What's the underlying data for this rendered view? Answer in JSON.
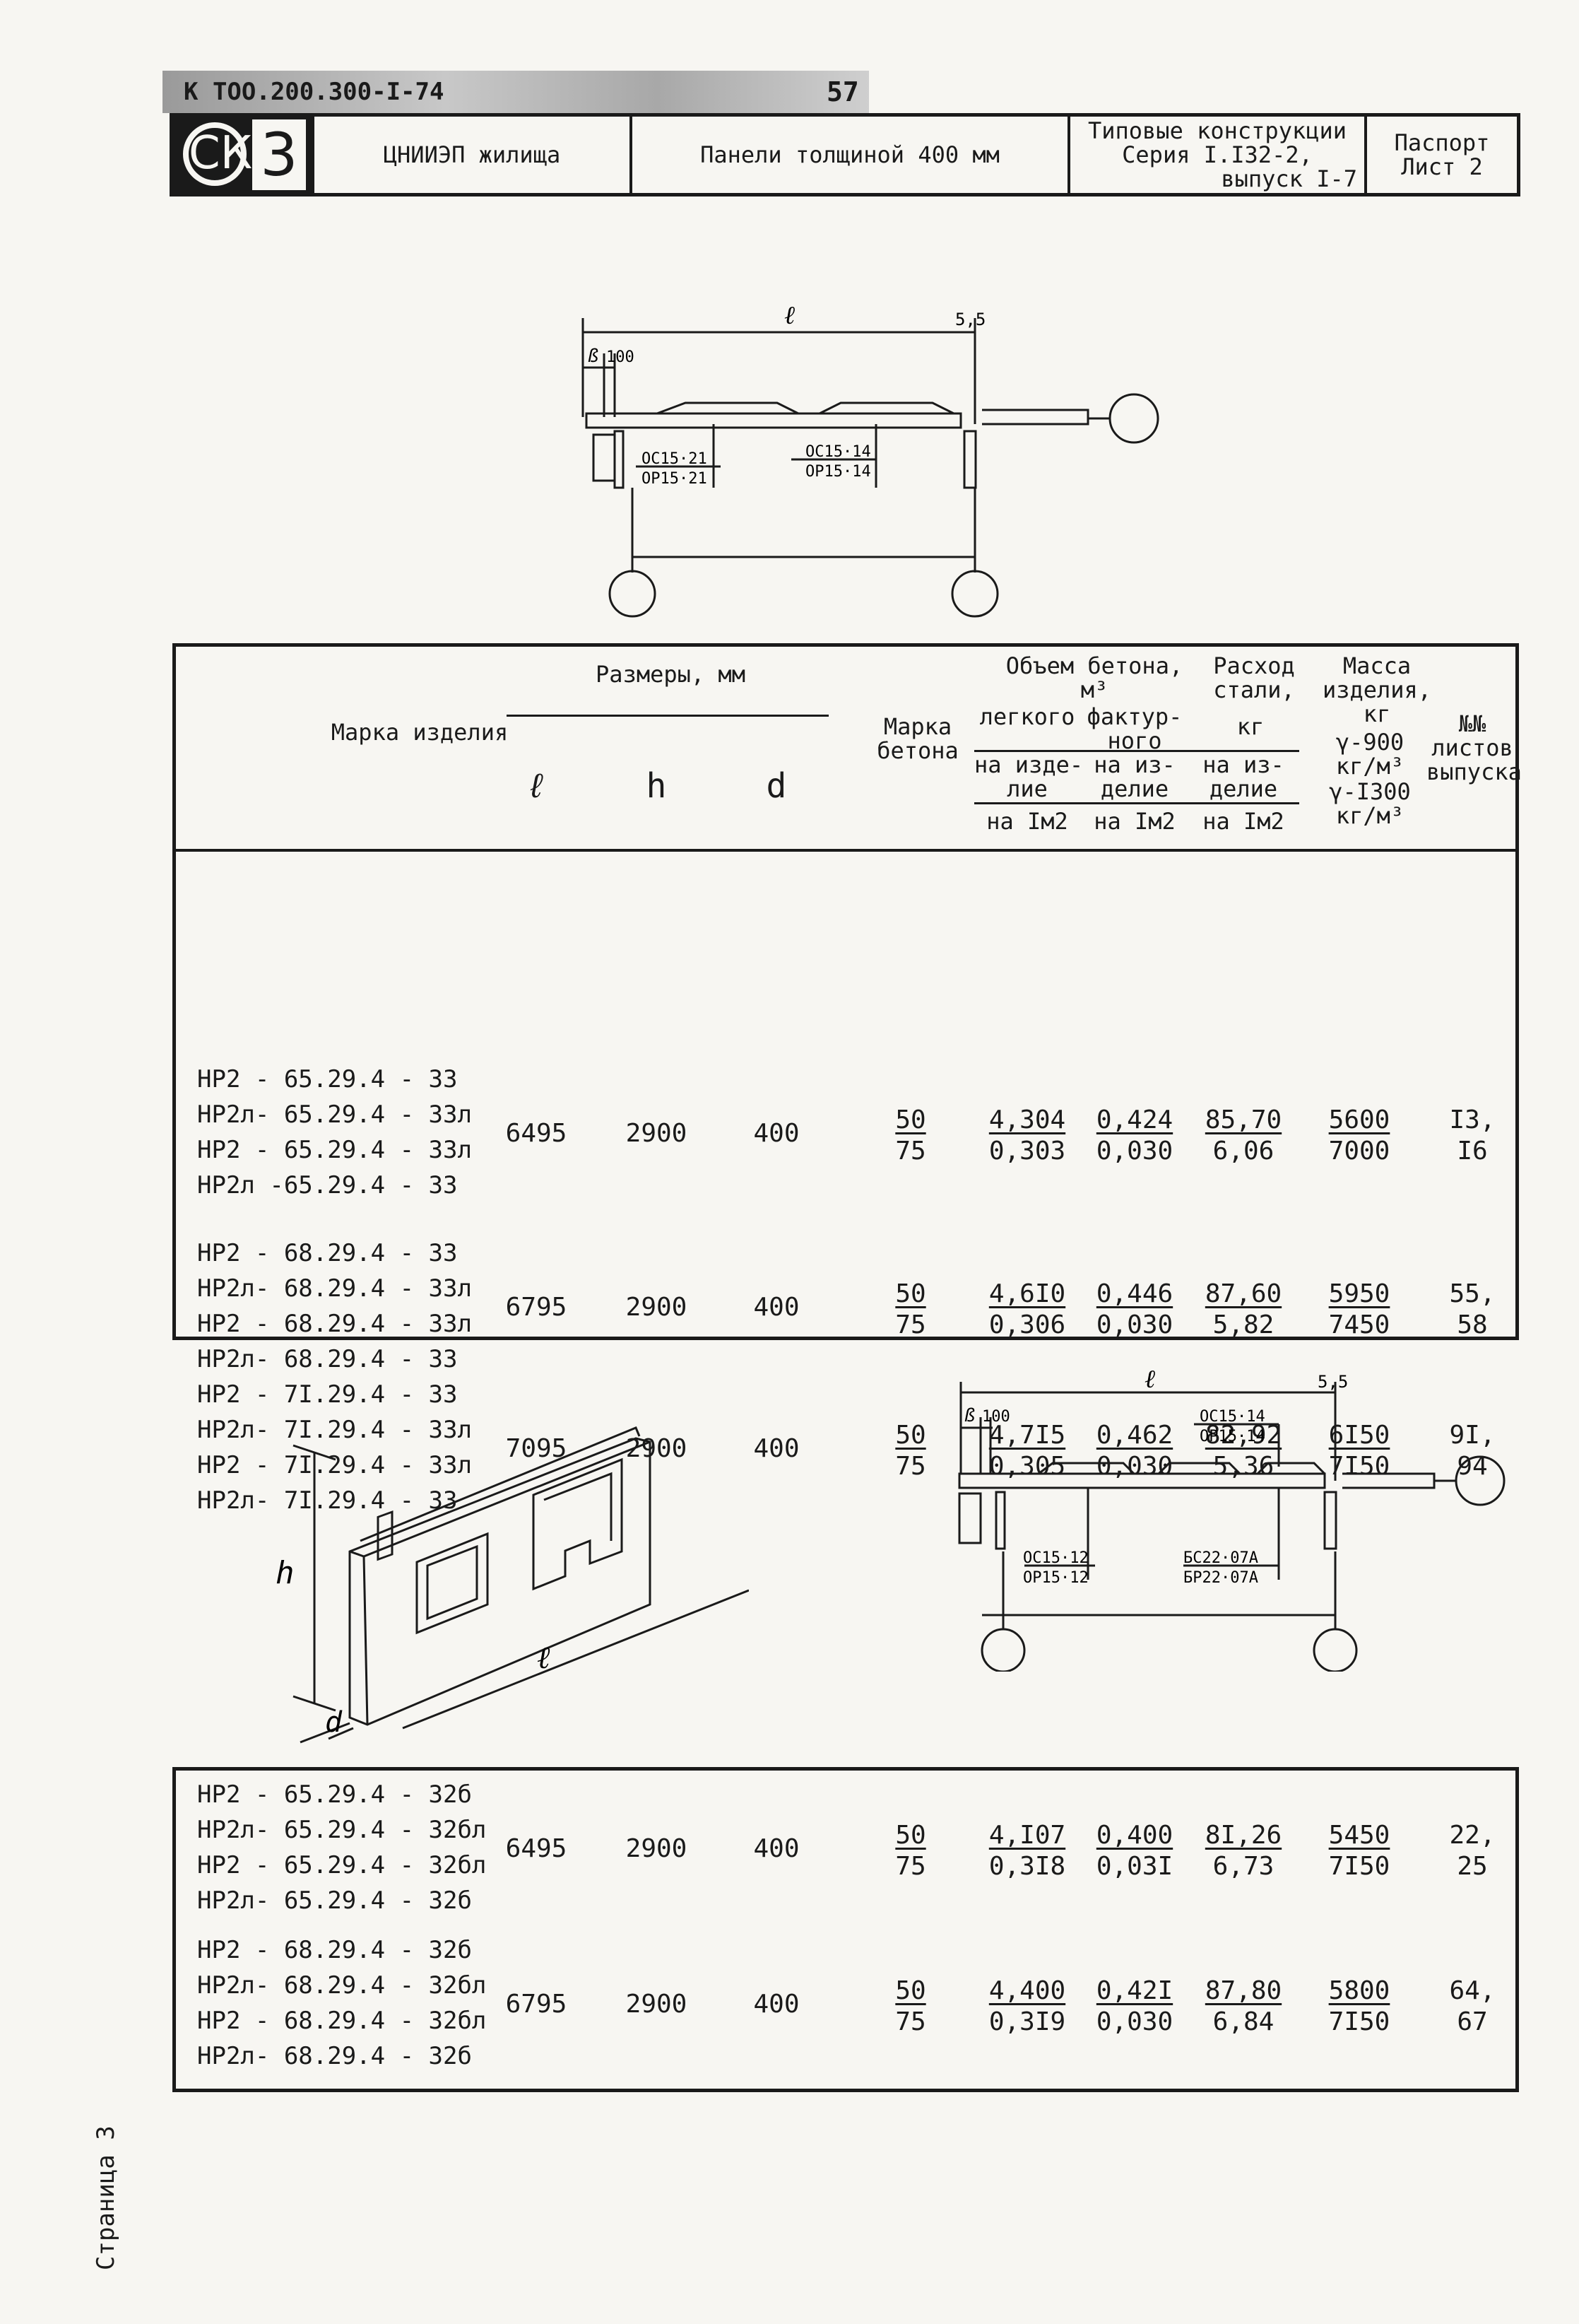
{
  "header": {
    "code": "К ТОО.200.300-І-74",
    "page_no": "57",
    "logo_letters": "СК",
    "logo_number": "3",
    "org": "ЦНИИЭП жилища",
    "title": "Панели толщиной 400 мм",
    "series": [
      "Типовые конструкции",
      "Серия І.І32-2,",
      "выпуск І-7"
    ],
    "sheet": [
      "Паспорт",
      "Лист 2"
    ]
  },
  "drawing1": {
    "dim_l": "ℓ",
    "dim_b": "ß",
    "dim_100": "100",
    "dim_55": "5,5",
    "label_a1": "ОС15·21",
    "label_a2": "ОР15·21",
    "label_b1": "ОС15·14",
    "label_b2": "ОР15·14"
  },
  "drawing2": {
    "dim_l": "ℓ",
    "dim_b": "ß",
    "dim_100": "100",
    "dim_55": "5,5",
    "label_t1": "ОС15·14",
    "label_t2": "ОР15·14",
    "label_a1": "ОС15·12",
    "label_a2": "ОР15·12",
    "label_b1": "БС22·07А",
    "label_b2": "БР22·07А"
  },
  "iso": {
    "h": "h",
    "l": "ℓ",
    "d": "d"
  },
  "table_head": {
    "mark": "Марка изделия",
    "sizes": "Размеры, мм",
    "l": "ℓ",
    "h": "h",
    "d": "d",
    "concrete": [
      "Марка",
      "бетона"
    ],
    "volume": [
      "Объем бетона,",
      "м³"
    ],
    "light": "легкого",
    "facing": [
      "фактур-",
      "ного"
    ],
    "per_item": [
      "на изде-",
      "лие"
    ],
    "per_item2": [
      "на из-",
      "делие"
    ],
    "per_m2": "на Ім2",
    "steel": [
      "Расход",
      "стали,"
    ],
    "kg": "кг",
    "mass": [
      "Масса",
      "изделия,",
      "кг"
    ],
    "gamma1": [
      "γ-900",
      "кг/м³"
    ],
    "gamma2": [
      "γ-І300",
      "кг/м³"
    ],
    "sheets": [
      "№№",
      "листов",
      "выпуска"
    ]
  },
  "groups_table1": [
    {
      "names": [
        "НР2 - 65.29.4 - 33",
        "НР2л- 65.29.4 - 33л",
        "НР2 - 65.29.4 - 33л",
        "НР2л -65.29.4 - 33"
      ],
      "l": "6495",
      "h": "2900",
      "d": "400",
      "concrete": [
        "50",
        "75"
      ],
      "light": [
        "4,304",
        "0,303"
      ],
      "facing": [
        "0,424",
        "0,030"
      ],
      "steel": [
        "85,70",
        "6,06"
      ],
      "mass": [
        "5600",
        "7000"
      ],
      "sheets": [
        "І3,",
        "І6"
      ]
    },
    {
      "names": [
        "НР2 - 68.29.4 - 33",
        "НР2л- 68.29.4 - 33л",
        "НР2 - 68.29.4 - 33л",
        "НР2л- 68.29.4 - 33"
      ],
      "l": "6795",
      "h": "2900",
      "d": "400",
      "concrete": [
        "50",
        "75"
      ],
      "light": [
        "4,6І0",
        "0,306"
      ],
      "facing": [
        "0,446",
        "0,030"
      ],
      "steel": [
        "87,60",
        "5,82"
      ],
      "mass": [
        "5950",
        "7450"
      ],
      "sheets": [
        "55,",
        "58"
      ]
    },
    {
      "names": [
        "НР2 - 7І.29.4 - 33",
        "НР2л- 7І.29.4 - 33л",
        "НР2 - 7І.29.4 - 33л",
        "НР2л- 7І.29.4 - 33"
      ],
      "l": "7095",
      "h": "2900",
      "d": "400",
      "concrete": [
        "50",
        "75"
      ],
      "light": [
        "4,7І5",
        "0,305"
      ],
      "facing": [
        "0,462",
        "0,030"
      ],
      "steel": [
        "82,92",
        "5,36"
      ],
      "mass": [
        "6І50",
        "7І50"
      ],
      "sheets": [
        "9І,",
        "94"
      ]
    }
  ],
  "groups_table2": [
    {
      "names": [
        "НР2 - 65.29.4 - 32б",
        "НР2л- 65.29.4 - 32бл",
        "НР2 - 65.29.4 - 32бл",
        "НР2л- 65.29.4 - 32б"
      ],
      "l": "6495",
      "h": "2900",
      "d": "400",
      "concrete": [
        "50",
        "75"
      ],
      "light": [
        "4,І07",
        "0,3І8"
      ],
      "facing": [
        "0,400",
        "0,03І"
      ],
      "steel": [
        "8І,26",
        "6,73"
      ],
      "mass": [
        "5450",
        "7І50"
      ],
      "sheets": [
        "22,",
        "25"
      ]
    },
    {
      "names": [
        "НР2 - 68.29.4 - 32б",
        "НР2л- 68.29.4 - 32бл",
        "НР2 - 68.29.4 - 32бл",
        "НР2л- 68.29.4 - 32б"
      ],
      "l": "6795",
      "h": "2900",
      "d": "400",
      "concrete": [
        "50",
        "75"
      ],
      "light": [
        "4,400",
        "0,3І9"
      ],
      "facing": [
        "0,42І",
        "0,030"
      ],
      "steel": [
        "87,80",
        "6,84"
      ],
      "mass": [
        "5800",
        "7І50"
      ],
      "sheets": [
        "64,",
        "67"
      ]
    }
  ],
  "side_text": "Страница 3"
}
